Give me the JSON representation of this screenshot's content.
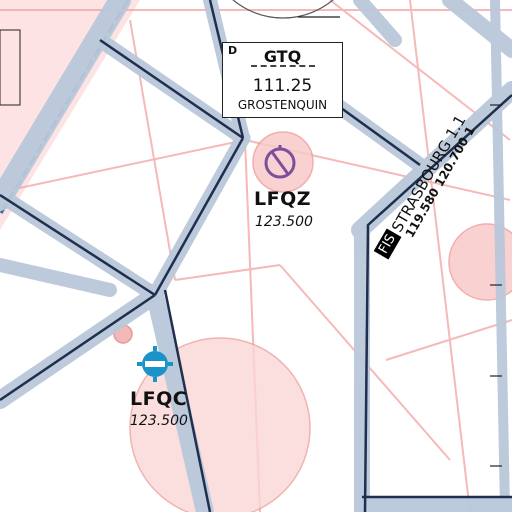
{
  "colors": {
    "airway_casing": "#b9c8da",
    "airway_line": "#1f2f4e",
    "airspace_fill": "#fde0e0",
    "airspace_edge": "#f3a8a8",
    "danger_area": "#f8c9c9",
    "border_line": "#3a66a8",
    "aerodrome_blue": "#1a94c8",
    "aerodrome_purple": "#7b4f9e"
  },
  "vor": {
    "class_letter": "D",
    "ident": "GTQ",
    "frequency": "111.25",
    "name": "GROSTENQUIN",
    "icon": "vor-rose-icon"
  },
  "aerodromes": [
    {
      "code": "LFQZ",
      "frequency": "123.500",
      "icon": "aerodrome-closed-icon"
    },
    {
      "code": "LFQC",
      "frequency": "123.500",
      "icon": "aerodrome-civil-icon"
    }
  ],
  "fis": {
    "badge": "FIS",
    "name": "STRASBOURG 1.1",
    "frequencies": "119.580 120.700 1"
  }
}
